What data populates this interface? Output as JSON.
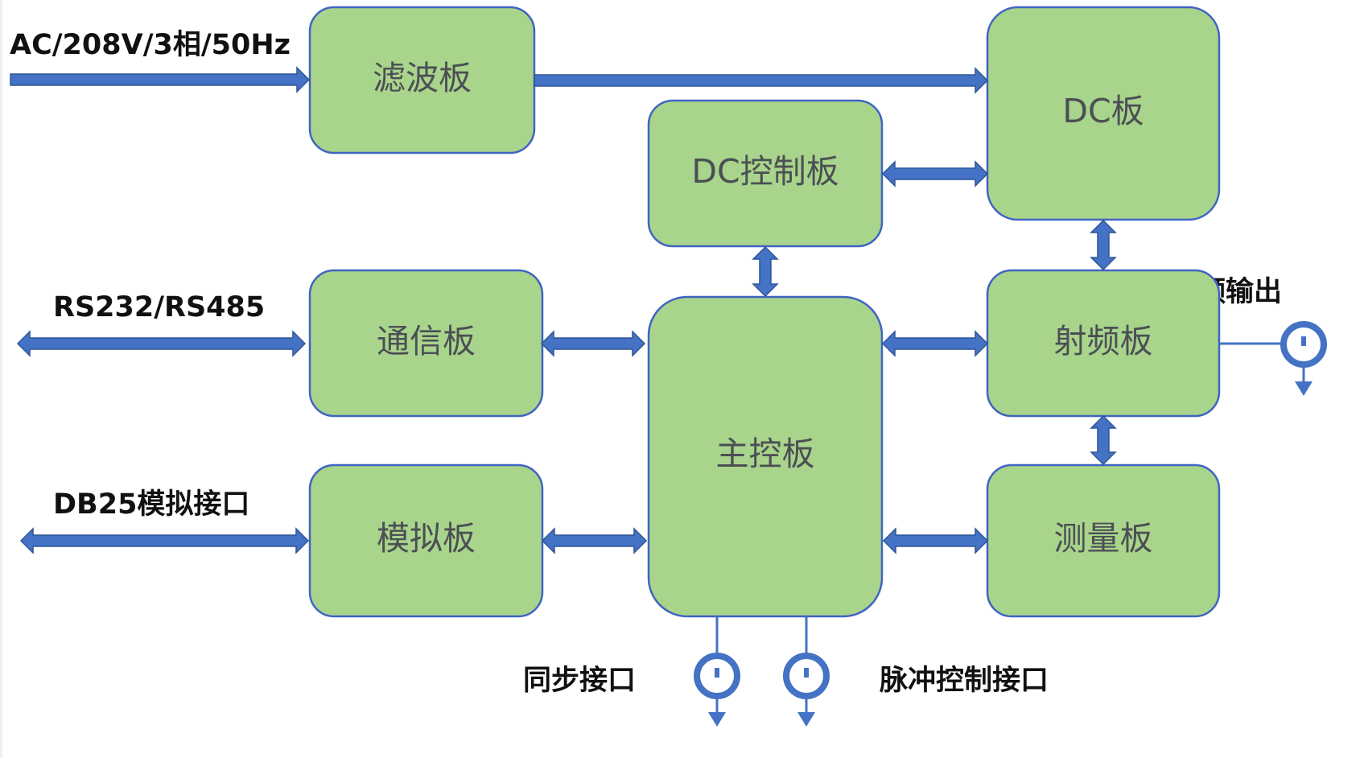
{
  "input_labels": {
    "power": "AC/208V/3相/50Hz",
    "comm": "RS232/RS485",
    "analog": "DB25模拟接口"
  },
  "boards": {
    "filter": "滤波板",
    "dc": "DC板",
    "dc_control": "DC控制板",
    "comm": "通信板",
    "main": "主控板",
    "rf": "射频板",
    "analog": "模拟板",
    "measure": "测量板"
  },
  "output_labels": {
    "rf_out": "射频输出",
    "sync": "同步接口",
    "pulse": "脉冲控制接口"
  },
  "colors": {
    "board_fill": "#a9d48b",
    "board_border": "#3f64c2",
    "connector": "#4472c4"
  },
  "icons": [
    "port-connector-icon"
  ]
}
